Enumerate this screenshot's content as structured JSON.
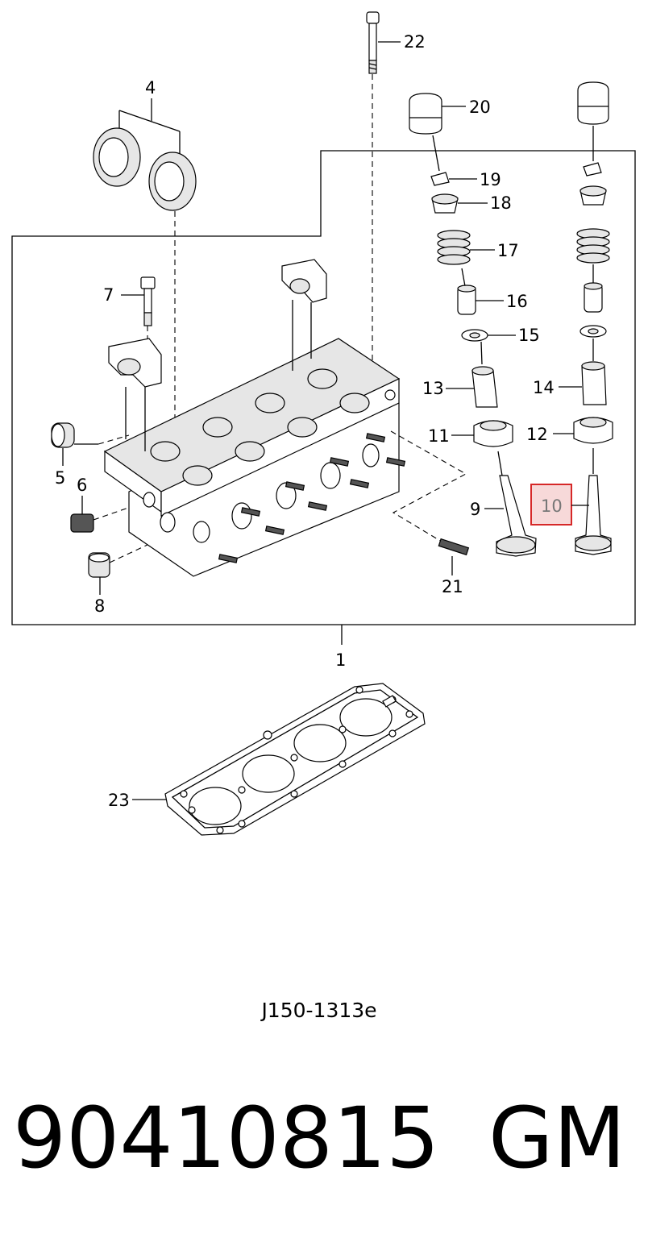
{
  "diagram": {
    "callouts": [
      {
        "id": "1",
        "label": "1"
      },
      {
        "id": "4",
        "label": "4"
      },
      {
        "id": "5",
        "label": "5"
      },
      {
        "id": "6",
        "label": "6"
      },
      {
        "id": "7",
        "label": "7"
      },
      {
        "id": "8",
        "label": "8"
      },
      {
        "id": "9",
        "label": "9"
      },
      {
        "id": "10",
        "label": "10",
        "highlighted": true
      },
      {
        "id": "11",
        "label": "11"
      },
      {
        "id": "12",
        "label": "12"
      },
      {
        "id": "13",
        "label": "13"
      },
      {
        "id": "14",
        "label": "14"
      },
      {
        "id": "15",
        "label": "15"
      },
      {
        "id": "16",
        "label": "16"
      },
      {
        "id": "17",
        "label": "17"
      },
      {
        "id": "18",
        "label": "18"
      },
      {
        "id": "19",
        "label": "19"
      },
      {
        "id": "20",
        "label": "20"
      },
      {
        "id": "21",
        "label": "21"
      },
      {
        "id": "22",
        "label": "22"
      },
      {
        "id": "23",
        "label": "23"
      }
    ],
    "drawing_code": "J150-1313e",
    "highlight_color": "#d62828",
    "highlight_fill": "#f7d9d9"
  },
  "footer": {
    "part_number": "90410815",
    "brand": "GM"
  }
}
